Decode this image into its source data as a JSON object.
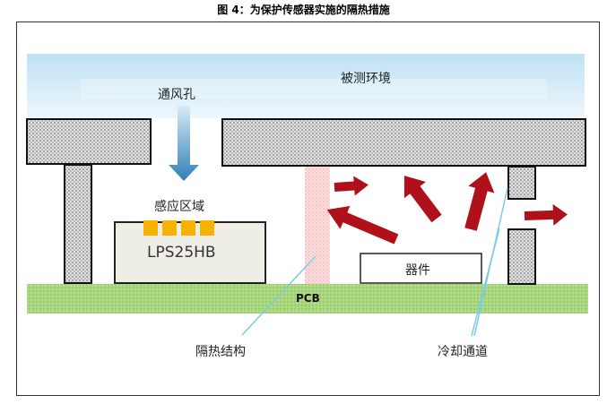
{
  "figure": {
    "title": "图 4：为保护传感器实施的隔热措施"
  },
  "labels": {
    "environment": "被测环境",
    "vent": "通风孔",
    "sensing_area": "感应区域",
    "sensor_chip": "LPS25HB",
    "component": "器件",
    "pcb": "PCB",
    "insulation": "隔热结构",
    "cooling": "冷却通道"
  },
  "colors": {
    "environment_top": "#bfe1f3",
    "structure_fill": "#d4d4d4",
    "pcb_green": "#a4d47c",
    "heat_arrow": "#b0101a",
    "vent_arrow": "#2f7fb6",
    "insulation_pink": "#f6c4c4",
    "sensor_pad": "#f7b200",
    "pointer_line": "#7ec8e8"
  }
}
